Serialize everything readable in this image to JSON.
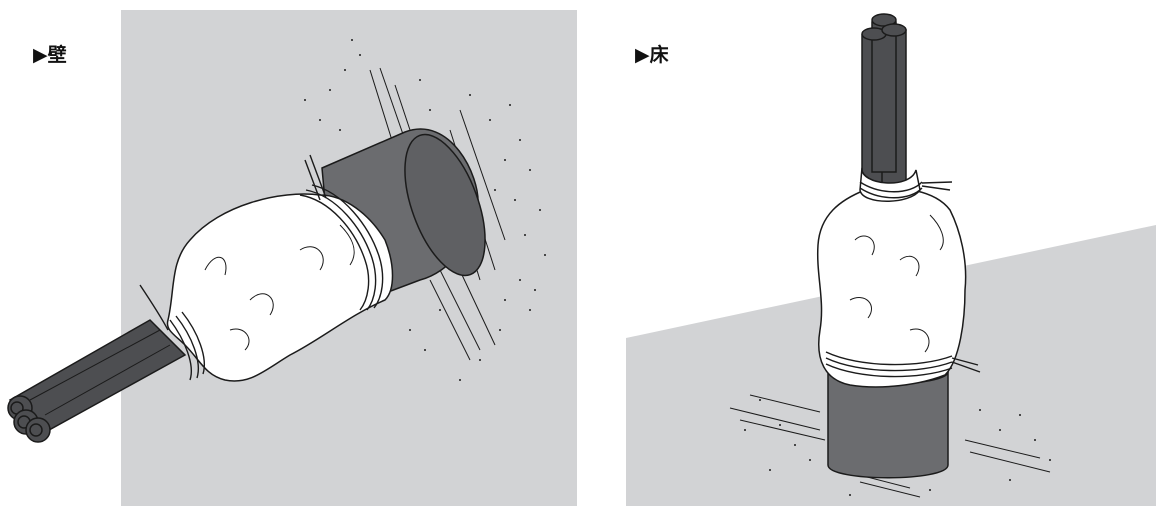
{
  "panels": {
    "wall": {
      "label": "▶壁"
    },
    "floor": {
      "label": "▶床"
    }
  },
  "colors": {
    "surface": "#d2d3d5",
    "pipe": "#6b6c6f",
    "cable": "#4d4e51",
    "wrap": "#ffffff",
    "line": "#1b1b1b"
  },
  "icons": [
    "wall-surface",
    "pipe-sleeve",
    "cable-bundle",
    "wrap-cloth",
    "binding-cord",
    "floor-surface"
  ]
}
